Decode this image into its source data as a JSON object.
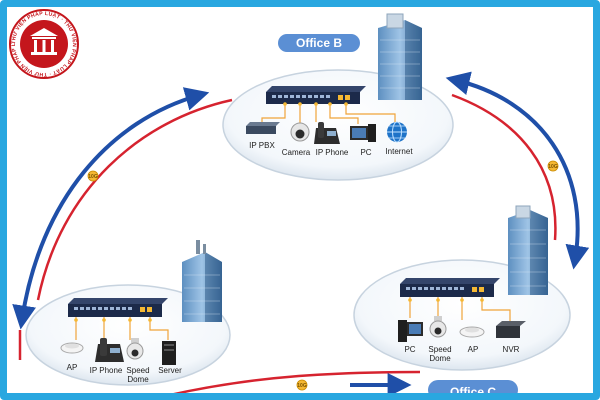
{
  "logo": {
    "ring_text": "THƯ VIỆN PHÁP LUẬT · THƯ VIỆN PHÁP LUẬT · THƯ VIỆN PHÁP LUẬT ·"
  },
  "offices": {
    "b": {
      "title": "Office B",
      "devices": [
        "IP PBX",
        "Camera",
        "IP Phone",
        "PC",
        "Internet"
      ]
    },
    "a": {
      "devices": [
        "AP",
        "IP Phone",
        "Speed",
        "Dome",
        "Server"
      ]
    },
    "c": {
      "title": "Office C",
      "devices": [
        "PC",
        "Speed",
        "Dome",
        "AP",
        "NVR"
      ]
    }
  },
  "links": {
    "label_ab": "10G",
    "label_bc": "10G",
    "label_ca": "10G"
  },
  "colors": {
    "frame": "#29a7e0",
    "ring_red": "#d6232f",
    "arrow_blue": "#1f4fa8",
    "office_badge": "#5b8fd4",
    "switch_body": "#1c2a4a"
  }
}
